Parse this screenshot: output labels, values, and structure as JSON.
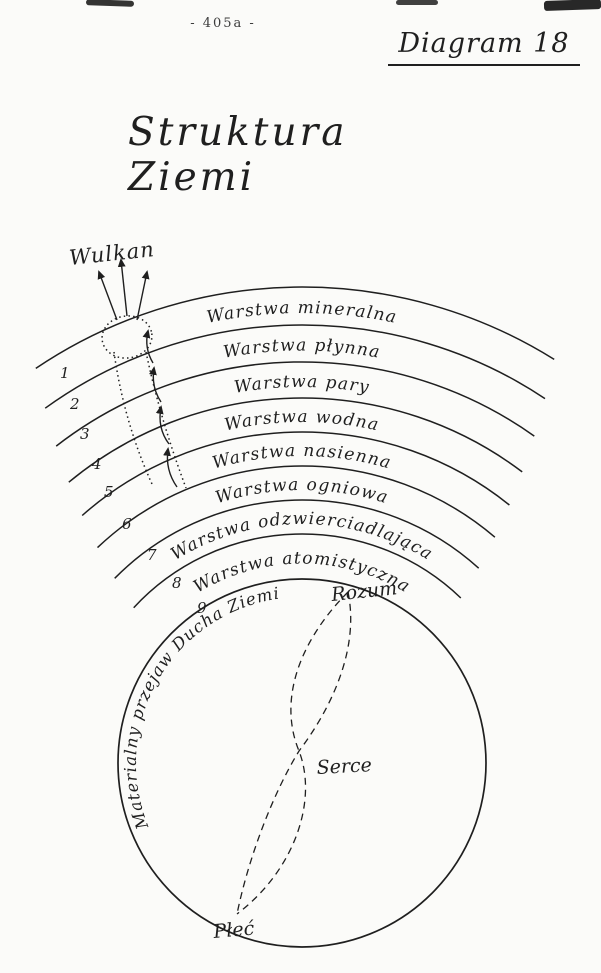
{
  "page": {
    "page_number": "- 405a -",
    "diagram_label": "Diagram 18",
    "title": "Struktura Ziemi"
  },
  "colors": {
    "ink": "#1f1f1f",
    "paper": "#fbfbf9"
  },
  "diagram": {
    "volcano_label": "Wulkan",
    "layer_numbers": [
      "1",
      "2",
      "3",
      "4",
      "5",
      "6",
      "7",
      "8",
      "9"
    ],
    "arc_labels": [
      "Warstwa mineralna",
      "Warstwa płynna",
      "Warstwa pary",
      "Warstwa wodna",
      "Warstwa nasienna",
      "Warstwa ogniowa",
      "Warstwa odzwierciadlająca",
      "Warstwa atomistyczna"
    ],
    "circle_label": "Materialny przejaw Ducha Ziemi",
    "core_labels": {
      "top": "Rozum",
      "middle": "Serce",
      "bottom": "Płeć"
    }
  }
}
